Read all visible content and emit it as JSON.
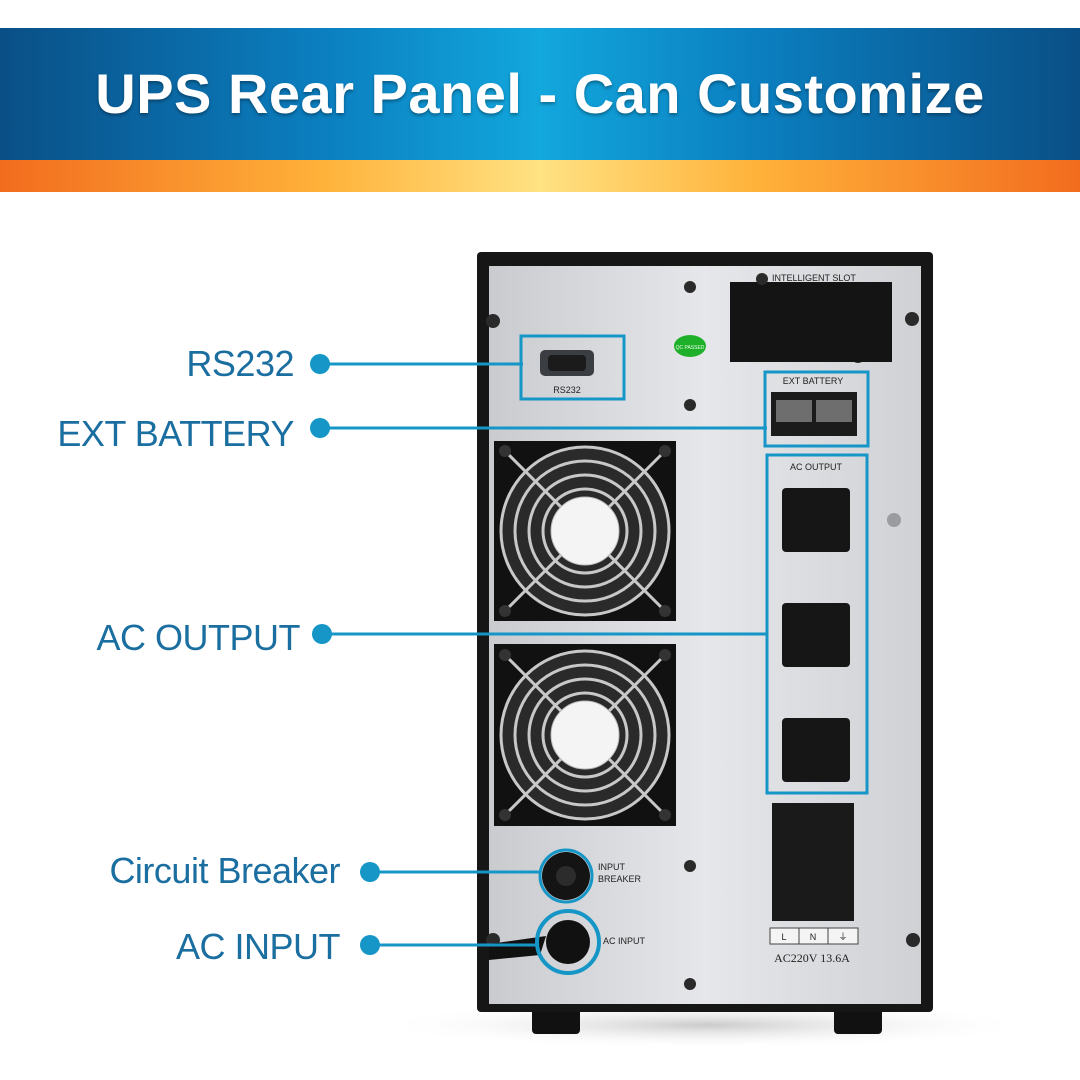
{
  "header": {
    "title": "UPS Rear Panel - Can Customize"
  },
  "callouts": {
    "rs232": "RS232",
    "ext_battery": "EXT BATTERY",
    "ac_output": "AC OUTPUT",
    "circuit_breaker": "Circuit Breaker",
    "ac_input": "AC INPUT"
  },
  "panel": {
    "intelligent_slot": "INTELLIGENT SLOT",
    "rs232_port": "RS232",
    "qc_sticker": "QC PASSED",
    "ext_battery_label": "EXT BATTERY",
    "ac_output_label": "AC OUTPUT",
    "input_breaker_label_1": "INPUT",
    "input_breaker_label_2": "BREAKER",
    "ac_input_label": "AC INPUT",
    "terminal_l": "L",
    "terminal_n": "N",
    "terminal_ground": "⏚",
    "rating": "AC220V  13.6A"
  },
  "colors": {
    "accent": "#1a6ea0",
    "callout_line": "#1596c6",
    "banner": "#0b7fc0",
    "stripe": "#ffb23a"
  }
}
